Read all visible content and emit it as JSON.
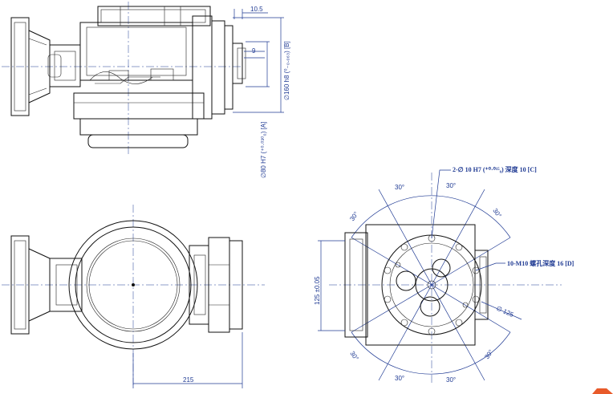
{
  "dimensions": {
    "top_view": {
      "offset": "10.5",
      "step": "9",
      "flange_dia": "∅160 h8 (⁰₋₀.₀₆₃) [B]",
      "pilot_dia": "∅80 H7 (⁺⁰·⁰³⁰₀) [A]"
    },
    "side_view": {
      "length": "215"
    },
    "flange_view": {
      "pin_hole": "2-∅ 10 H7 (⁺⁰·⁰¹⁵₀) 深度 10 [C]",
      "tap_holes": "10-M10  螺孔深度 16 [D]",
      "bolt_circle": "∅ 125",
      "pin_spacing": "125 ±0.05",
      "angle_labels": [
        "30°",
        "30°",
        "30°",
        "30°",
        "30°",
        "30°",
        "30°",
        "30°"
      ]
    }
  },
  "colors": {
    "dimension": "#1f3a93",
    "linework": "#111111",
    "accent": "#e85a2a"
  }
}
